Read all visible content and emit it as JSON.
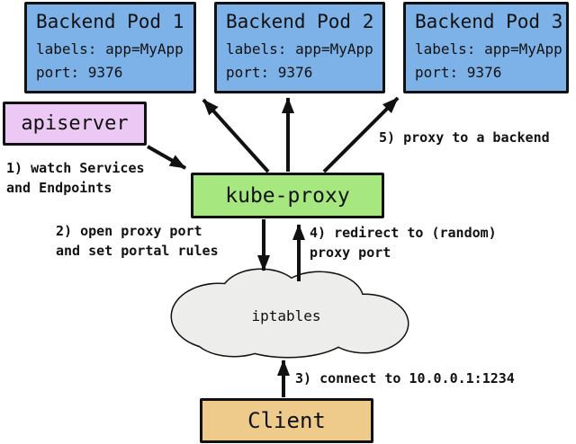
{
  "nodes": {
    "pods": [
      {
        "title": "Backend Pod 1",
        "labels_line": "labels: app=MyApp",
        "port_line": "port: 9376"
      },
      {
        "title": "Backend Pod 2",
        "labels_line": "labels: app=MyApp",
        "port_line": "port: 9376"
      },
      {
        "title": "Backend Pod 3",
        "labels_line": "labels: app=MyApp",
        "port_line": "port: 9376"
      }
    ],
    "apiserver": {
      "label": "apiserver"
    },
    "kube_proxy": {
      "label": "kube-proxy"
    },
    "iptables": {
      "label": "iptables"
    },
    "client": {
      "label": "Client"
    }
  },
  "annotations": {
    "step1": {
      "lines": [
        "1) watch Services",
        "and Endpoints"
      ]
    },
    "step2": {
      "lines": [
        "2) open proxy port",
        "and set portal rules"
      ]
    },
    "step3": {
      "lines": [
        "3) connect to 10.0.0.1:1234"
      ]
    },
    "step4": {
      "lines": [
        "4) redirect to (random)",
        "proxy port"
      ]
    },
    "step5": {
      "lines": [
        "5) proxy to a backend"
      ]
    }
  },
  "colors": {
    "pod_fill": "#7db2e8",
    "apiserver_fill": "#ecc8f4",
    "kube_proxy_fill": "#a6e87f",
    "client_fill": "#eecb8b",
    "cloud_fill": "#ededeb",
    "outline": "#111111",
    "arrow": "#111111"
  }
}
